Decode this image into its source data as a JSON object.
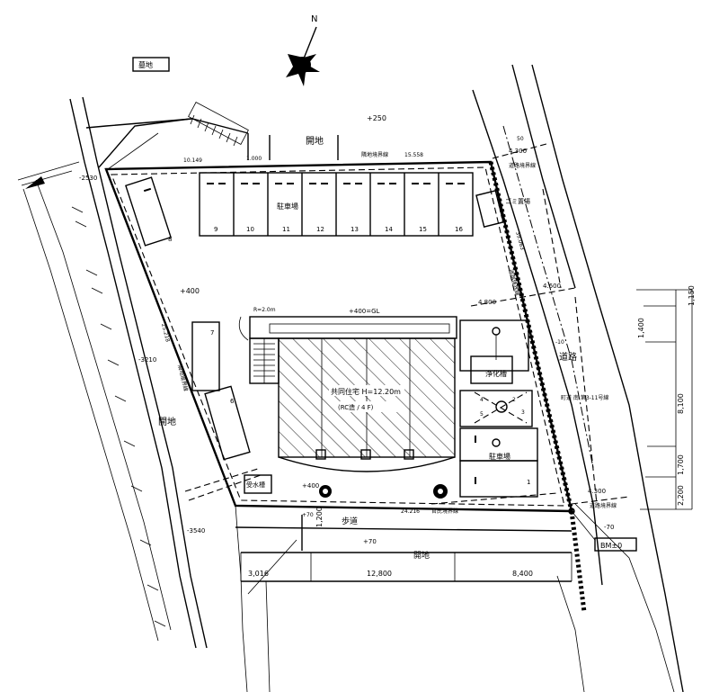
{
  "north": "N",
  "labels": {
    "cemetery": "墓地",
    "vacant_top": "開地",
    "vacant_left": "開地",
    "vacant_bottom": "開地",
    "parking_north": "駐車場",
    "parking_se": "駐車場",
    "building": "共同住宅  H=12.20m",
    "building_sub": "(RC造 / 4 F)",
    "septic": "浄化槽",
    "sidewalk": "歩道",
    "road": "道路",
    "road_sub": "町道  南 第3-11号線",
    "garbage": "ゴミ置場",
    "water_tank": "受水槽",
    "bm": "BM±0",
    "north_boundary": "隣地境界線",
    "west_boundary": "隣地境界線",
    "south_boundary": "官民境界線",
    "east_boundary": "道路境界線"
  },
  "elevations": {
    "plus250": "+250",
    "m2530": "-2530",
    "plus400a": "+400",
    "plus400gl": "+400=GL",
    "m3210": "-3210",
    "plus400b": "+400",
    "m3540": "-3540",
    "plus70a": "+70",
    "plus70b": "+70",
    "m70": "-70",
    "m10": "-10",
    "r": "R=2.0m"
  },
  "dimensions": {
    "north_a": "10.149",
    "north_b": "1.000",
    "north_c": "15.558",
    "west": "25.218",
    "south": "24.216",
    "east": "39.063",
    "east_1": "4.300",
    "east_2": "4.800",
    "east_3": "4.600",
    "east_4": "4.300",
    "east_top": "50",
    "bottom_1": "3,016",
    "bottom_2": "12,800",
    "bottom_3": "8,400",
    "left_1": "1,200",
    "right_a": "1,150",
    "right_b": "1,400",
    "right_c": "8,100",
    "right_d": "1,700",
    "right_e": "2,200",
    "r_10": "10"
  },
  "parking_north_numbers": [
    "9",
    "10",
    "11",
    "12",
    "13",
    "14",
    "15",
    "16"
  ],
  "parking_west_numbers": [
    "8",
    "7",
    "6"
  ],
  "parking_se_numbers": [
    "2",
    "3",
    "4",
    "5",
    "1"
  ]
}
